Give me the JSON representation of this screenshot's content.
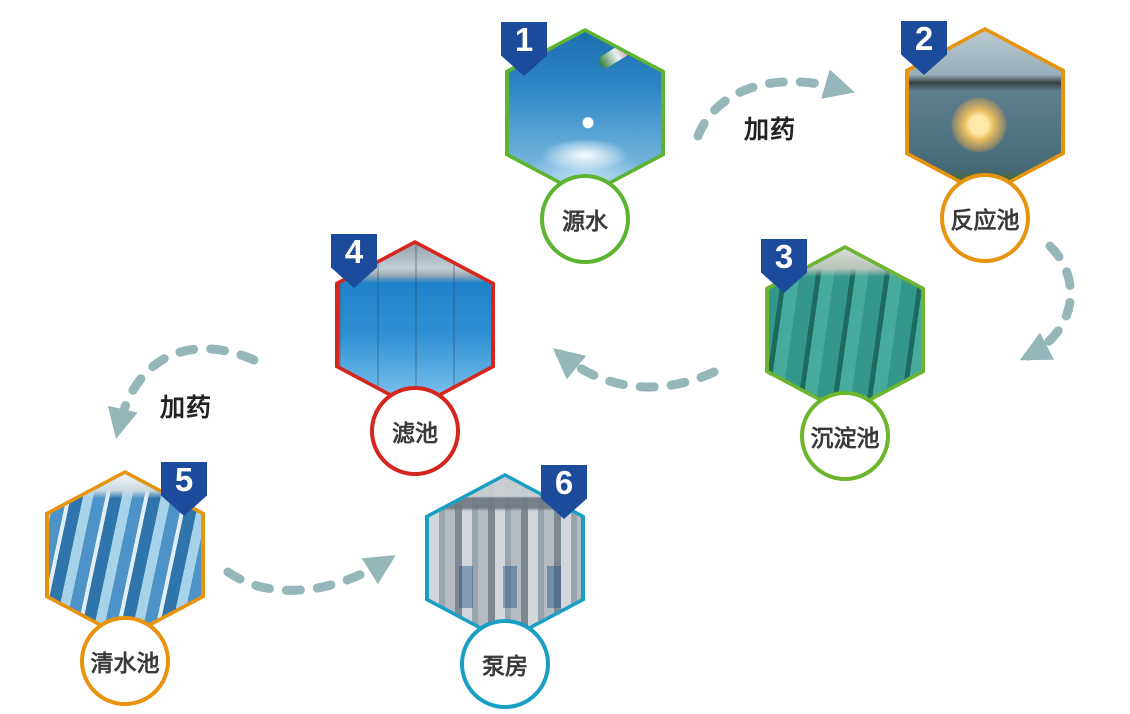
{
  "diagram": {
    "badge_color": "#1c4b9c",
    "arrow_color": "#95b7b9",
    "nodes": [
      {
        "number": "1",
        "label": "源水",
        "color": "#5cb431",
        "photo": "water-splash"
      },
      {
        "number": "2",
        "label": "反应池",
        "color": "#e8930e",
        "photo": "reaction-pond-sunset"
      },
      {
        "number": "3",
        "label": "沉淀池",
        "color": "#6cb52d",
        "photo": "sedimentation-tanks"
      },
      {
        "number": "4",
        "label": "滤池",
        "color": "#d5261e",
        "photo": "filter-pool-interior"
      },
      {
        "number": "5",
        "label": "清水池",
        "color": "#e8930e",
        "photo": "clear-water-channels"
      },
      {
        "number": "6",
        "label": "泵房",
        "color": "#1a9fc4",
        "photo": "pump-room-pipes"
      }
    ],
    "edges": [
      {
        "from": "1",
        "to": "2",
        "label": "加药"
      },
      {
        "from": "2",
        "to": "3",
        "label": ""
      },
      {
        "from": "3",
        "to": "4",
        "label": ""
      },
      {
        "from": "4",
        "to": "5",
        "label": "加药"
      },
      {
        "from": "5",
        "to": "6",
        "label": ""
      }
    ]
  }
}
